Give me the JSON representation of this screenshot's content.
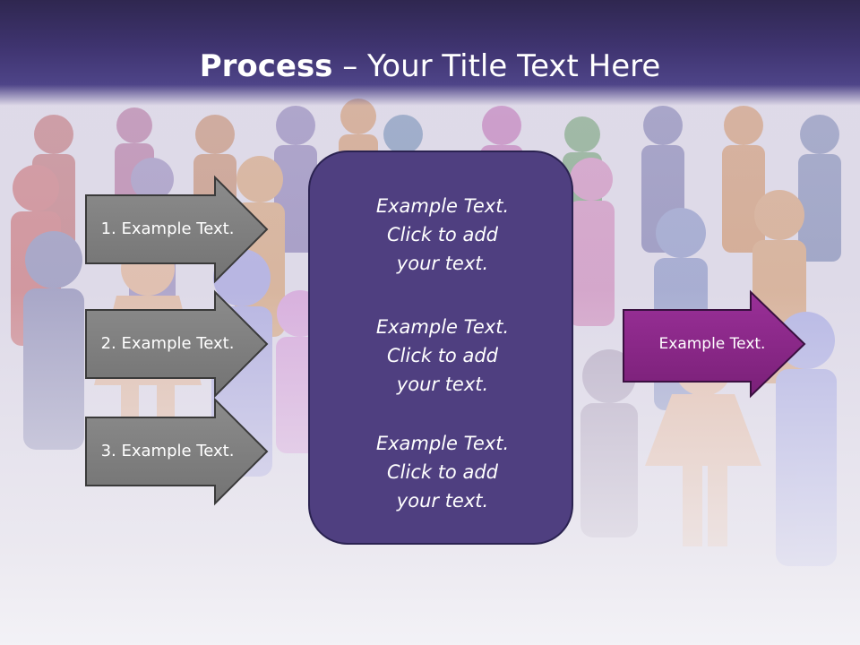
{
  "title": {
    "bold": "Process",
    "rest": " – Your Title Text Here"
  },
  "left_arrows": [
    {
      "label": "1. Example Text."
    },
    {
      "label": "2. Example Text."
    },
    {
      "label": "3. Example Text."
    }
  ],
  "center_box": {
    "paragraphs": [
      {
        "line1": "Example Text.",
        "line2": "Click  to add",
        "line3": "your text."
      },
      {
        "line1": "Example Text.",
        "line2": "Click  to add",
        "line3": "your text."
      },
      {
        "line1": "Example Text.",
        "line2": "Click  to add",
        "line3": "your text."
      }
    ]
  },
  "right_arrow": {
    "label": "Example Text."
  },
  "colors": {
    "title_bar": "#3f3470",
    "center_box": "#4f3f80",
    "left_arrow_fill": "#808080",
    "right_arrow_fill": "#8a2a8a"
  },
  "icons": {
    "background": "people-crowd-figures"
  }
}
